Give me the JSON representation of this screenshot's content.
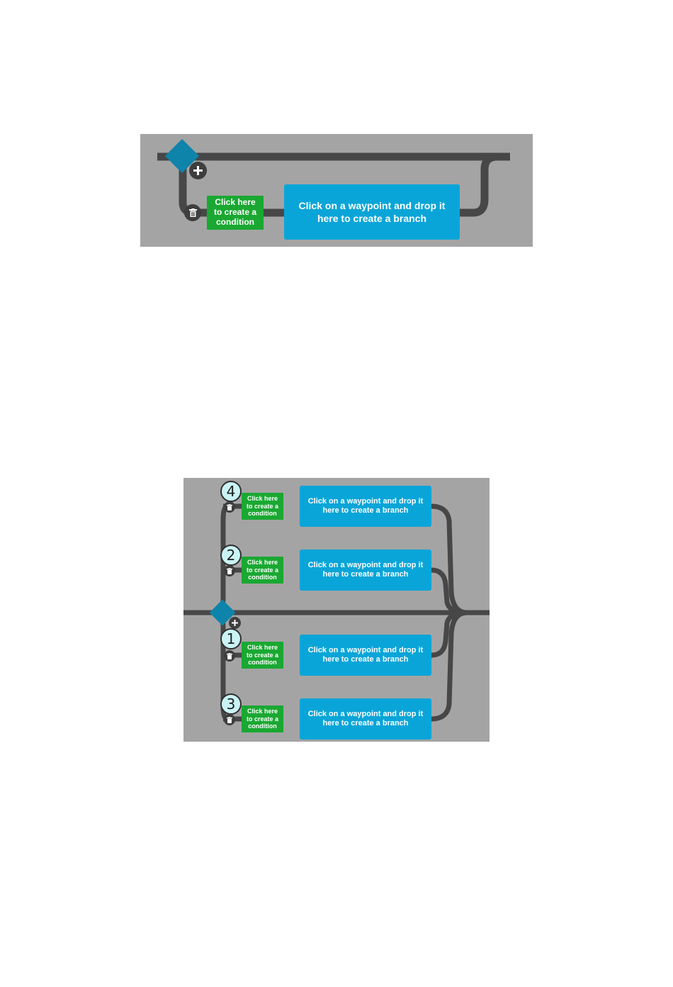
{
  "colors": {
    "panel_bg": "#a4a4a4",
    "wire": "#474747",
    "condition_bg": "#1aa832",
    "branch_bg": "#0aa5d8",
    "waypoint": "#0e84aa",
    "number_bg": "#c9f3f5"
  },
  "icons": {
    "add": "plus-icon",
    "delete": "trash-icon",
    "waypoint": "diamond-icon"
  },
  "panel1": {
    "condition_label": "Click here to create a condition",
    "branch_label": "Click on a waypoint and drop it here to create a branch"
  },
  "panel2": {
    "branches": [
      {
        "number": "4",
        "condition_label": "Click here to create a condition",
        "branch_label": "Click on a waypoint and drop it here to create a branch"
      },
      {
        "number": "2",
        "condition_label": "Click here to create a condition",
        "branch_label": "Click on a waypoint and drop it here to create a branch"
      },
      {
        "number": "1",
        "condition_label": "Click here to create a condition",
        "branch_label": "Click on a waypoint and drop it here to create a branch"
      },
      {
        "number": "3",
        "condition_label": "Click here to create a condition",
        "branch_label": "Click on a waypoint and drop it here to create a branch"
      }
    ]
  }
}
